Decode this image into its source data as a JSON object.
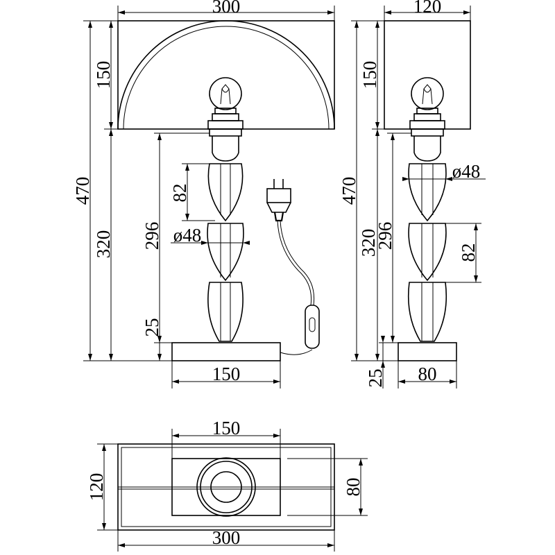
{
  "front_view": {
    "width_shade": "300",
    "height_shade": "150",
    "height_total": "470",
    "height_to_shade": "320",
    "height_stem": "296",
    "height_segment": "82",
    "diameter_stem": "ø48",
    "height_base": "25",
    "width_base": "150"
  },
  "side_view": {
    "width_shade": "120",
    "height_shade": "150",
    "height_total": "470",
    "height_to_shade": "320",
    "height_stem": "296",
    "diameter_stem": "ø48",
    "height_segment": "82",
    "height_base": "25",
    "width_base": "80"
  },
  "top_view": {
    "width_base": "150",
    "depth_shade": "120",
    "depth_base": "80",
    "width_shade": "300"
  }
}
